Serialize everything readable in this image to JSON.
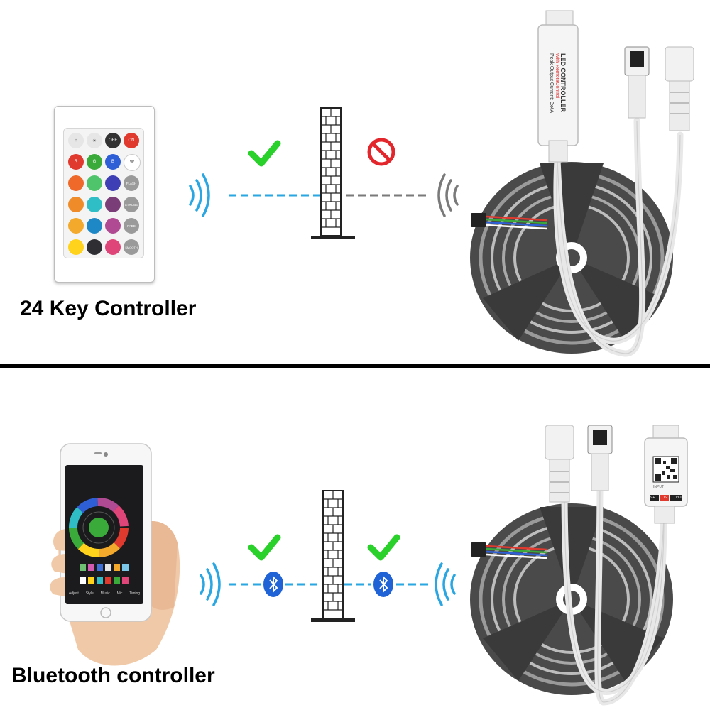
{
  "top": {
    "caption": "24 Key Controller",
    "remote": {
      "keys": [
        "OFF",
        "ON",
        "R",
        "G",
        "B",
        "W",
        "FLASH",
        "STROBE",
        "FADE",
        "SMOOTH"
      ],
      "accent_colors": [
        "#e03a2f",
        "#3aaa3a",
        "#2f5fd6",
        "#ffd21c"
      ]
    },
    "controller": {
      "label": "LED CONTROLLER",
      "sub_label": "With RemoteControl",
      "spec": "Peak Output Current: 3x4A"
    },
    "signal_colors": {
      "pass": "#2aa7e2",
      "blocked": "#7a7a7a",
      "check": "#2bd12b",
      "ban": "#e3262b"
    }
  },
  "bottom": {
    "caption": "Bluetooth controller",
    "controller": {
      "input": "INPUT",
      "pins": [
        "V+",
        "V-",
        "VCC"
      ]
    },
    "app": {
      "tabs": [
        "Adjust",
        "Style",
        "Music",
        "Mic",
        "Timing"
      ]
    },
    "icons": [
      "bluetooth-icon",
      "check-icon",
      "wifi-wave-icon"
    ]
  }
}
